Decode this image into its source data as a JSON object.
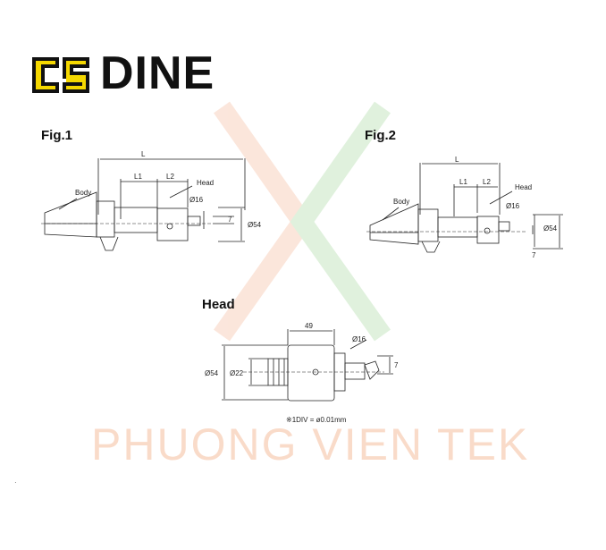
{
  "brand": {
    "name": "DINE",
    "accent_color": "#f5d800",
    "icon": "dine-logo-icon"
  },
  "figures": {
    "fig1": {
      "title": "Fig.1",
      "L": "L",
      "L1": "L1",
      "L2": "L2",
      "body": "Body",
      "head": "Head",
      "d16": "Ø16",
      "d54": "Ø54",
      "d7": "7"
    },
    "fig2": {
      "title": "Fig.2",
      "L": "L",
      "L1": "L1",
      "L2": "L2",
      "body": "Body",
      "head": "Head",
      "d16": "Ø16",
      "d54": "Ø54",
      "d7": "7"
    },
    "head": {
      "title": "Head",
      "d49": "49",
      "d16": "Ø16",
      "d22": "Ø22",
      "d54": "Ø54",
      "d7": "7"
    }
  },
  "note": "※1DIV = ø0.01mm",
  "watermark": {
    "text": "PHUONG VIEN TEK",
    "color": "#f8cfb8"
  },
  "misc": {
    "dot": "·"
  }
}
